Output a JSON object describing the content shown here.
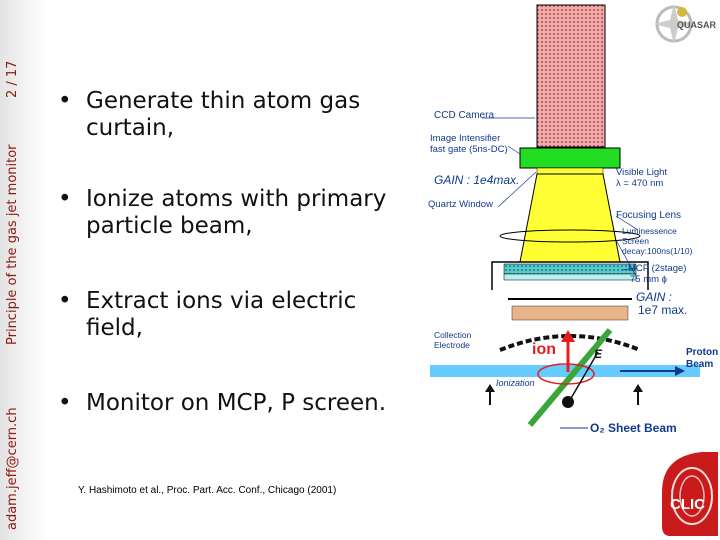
{
  "sidebar": {
    "page_number": "2 / 17",
    "section_title": "Principle of the gas jet monitor",
    "author_email": "adam.jeff@cern.ch"
  },
  "bullets": [
    {
      "line1": "Generate thin atom gas",
      "line2": "curtain,"
    },
    {
      "line1": "Ionize atoms with primary",
      "line2": "particle beam,"
    },
    {
      "line1": "Extract ions via electric",
      "line2": "field,"
    },
    {
      "line1": "Monitor on MCP, P screen.",
      "line2": ""
    }
  ],
  "bullet_glyph": "•",
  "citation": "Y. Hashimoto et al., Proc. Part. Acc. Conf., Chicago (2001)",
  "logos": {
    "top": "QUASAR",
    "bottom": "CLIC"
  },
  "diagram": {
    "ccd_camera": "CCD Camera",
    "intensifier_1": "Image Intensifier",
    "intensifier_2": "fast gate (5ns-DC)",
    "gain_cam": "GAIN : 1e4max.",
    "quartz_window": "Quartz Window",
    "visible_light_1": "Visible Light",
    "visible_light_2": "λ = 470 nm",
    "focusing_lens": "Focusing Lens",
    "screen_1": "Luminessence",
    "screen_2": "Screen",
    "screen_3": "decay:100ns(1/10)",
    "mcp_1": "MCP (2stage)",
    "mcp_2": "75 mm ϕ",
    "gain_mcp_1": "GAIN :",
    "gain_mcp_2": "1e7 max.",
    "collection_1": "Collection",
    "collection_2": "Electrode",
    "ion": "ion",
    "e_field": "E",
    "proton_1": "Proton",
    "proton_2": "Beam",
    "ionization": "Ionization",
    "sheet_beam": "O₂ Sheet Beam"
  },
  "colors": {
    "sidebar_text": "#8b1a10",
    "ccd_fill": "#f2a9a9",
    "green": "#22dd22",
    "yellow": "#ffff33",
    "mcp": "#55cccc",
    "beam": "#66ccff",
    "label_blue": "#123a8c",
    "arrow_red": "#e41e1e",
    "sheet_green": "#3aa63a"
  }
}
